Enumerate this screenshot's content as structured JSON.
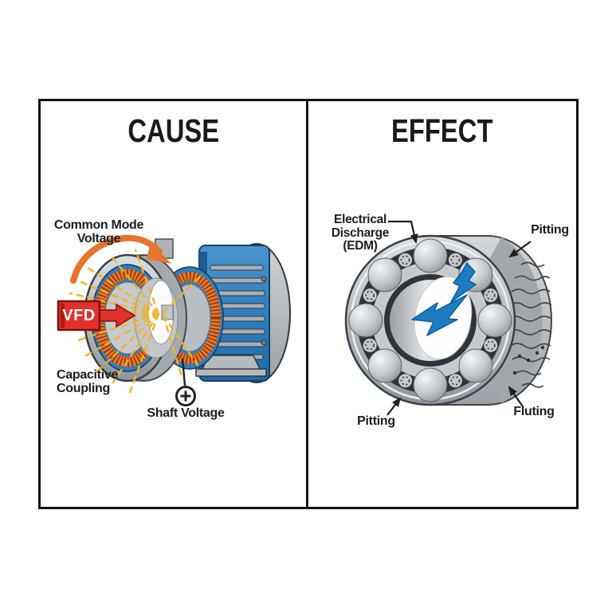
{
  "panels": {
    "cause": {
      "title": "CAUSE",
      "labels": {
        "common_mode_line1": "Common Mode",
        "common_mode_line2": "Voltage",
        "vfd": "VFD",
        "capacitive_line1": "Capacitive",
        "capacitive_line2": "Coupling",
        "shaft_voltage": "Shaft Voltage"
      }
    },
    "effect": {
      "title": "EFFECT",
      "labels": {
        "edm_line1": "Electrical",
        "edm_line2": "Discharge",
        "edm_line3": "(EDM)",
        "pitting_top": "Pitting",
        "pitting_bottom": "Pitting",
        "fluting": "Fluting"
      }
    }
  },
  "colors": {
    "ink": "#1d1d1d",
    "frame_border": "#121212",
    "vfd_red": "#e1312a",
    "cause_arrow_orange": "#e8742d",
    "capacitive_coupling_yellow": "#f2b32a",
    "motor_blue": "#2e7fc0",
    "winding_orange": "#e8772a",
    "lightning_blue": "#1c7dc3",
    "metal_gray": "#b9bec3",
    "race_dark": "#2f343a"
  }
}
